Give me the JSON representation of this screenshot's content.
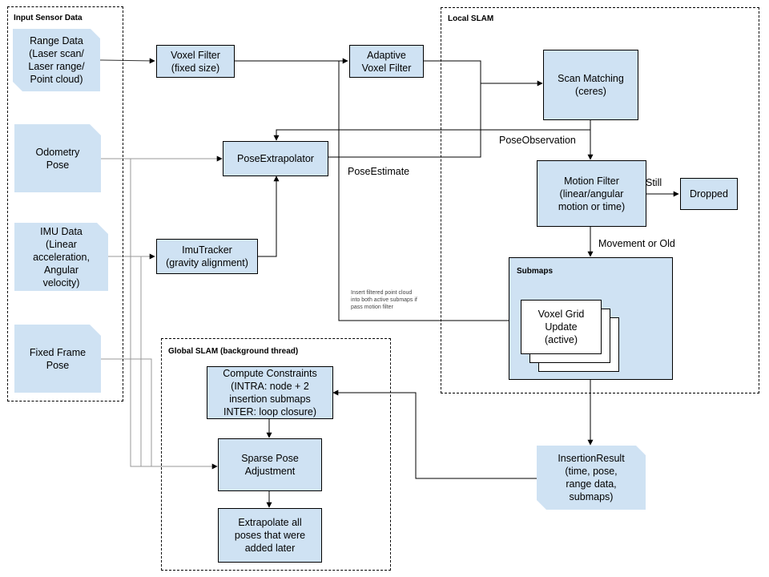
{
  "groups": {
    "input": "Input Sensor Data",
    "local": "Local SLAM",
    "global": "Global SLAM (background thread)",
    "submaps": "Submaps"
  },
  "nodes": {
    "range_data": "Range Data\n(Laser scan/\nLaser range/\nPoint cloud)",
    "odometry": "Odometry\nPose",
    "imu_data": "IMU Data\n(Linear\nacceleration,\nAngular\nvelocity)",
    "fixed_frame": "Fixed Frame\nPose",
    "voxel_filter": "Voxel Filter\n(fixed size)",
    "adaptive_voxel": "Adaptive\nVoxel Filter",
    "scan_matching": "Scan Matching\n(ceres)",
    "pose_extrapolator": "PoseExtrapolator",
    "imu_tracker": "ImuTracker\n(gravity alignment)",
    "motion_filter": "Motion Filter\n(linear/angular\nmotion or time)",
    "dropped": "Dropped",
    "voxel_grid": "Voxel Grid\nUpdate\n(active)",
    "compute_constraints": "Compute Constraints\n(INTRA: node + 2\ninsertion submaps\nINTER: loop closure)",
    "sparse_pose": "Sparse Pose\nAdjustment",
    "extrapolate_all": "Extrapolate all\nposes that were\nadded later",
    "insertion_result": "InsertionResult\n(time, pose,\nrange data,\nsubmaps)"
  },
  "labels": {
    "pose_observation": "PoseObservation",
    "pose_estimate": "PoseEstimate",
    "still": "Still",
    "movement_or_old": "Movement or Old",
    "insert_note": "Insert filtered point cloud\ninto both active submaps if\npass motion filter"
  }
}
